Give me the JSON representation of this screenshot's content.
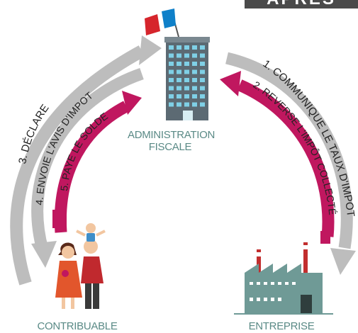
{
  "header": {
    "tag": "APRÈS"
  },
  "nodes": {
    "administration": {
      "line1": "ADMINISTRATION",
      "line2": "FISCALE"
    },
    "contribuable": "CONTRIBUABLE",
    "entreprise": "ENTREPRISE"
  },
  "flows": {
    "declare": "3. DÉCLARE",
    "envoie": "4. ENVOIE L'AVIS D'IMPOT",
    "paye": "5. PAYE LE SOLDE",
    "communique": "1. COMMUNIQUE LE TAUX D'IMPOT",
    "reverse": "2. REVERSE L'IMPÔT COLLECTÉ"
  },
  "colors": {
    "grey_arrow": "#bdbdbd",
    "magenta_arrow": "#c0175f",
    "teal_text": "#5a8a86",
    "dark_text": "#222222",
    "flag_blue": "#0f80c9",
    "flag_red": "#d6252c",
    "building": "#5c6a73"
  }
}
